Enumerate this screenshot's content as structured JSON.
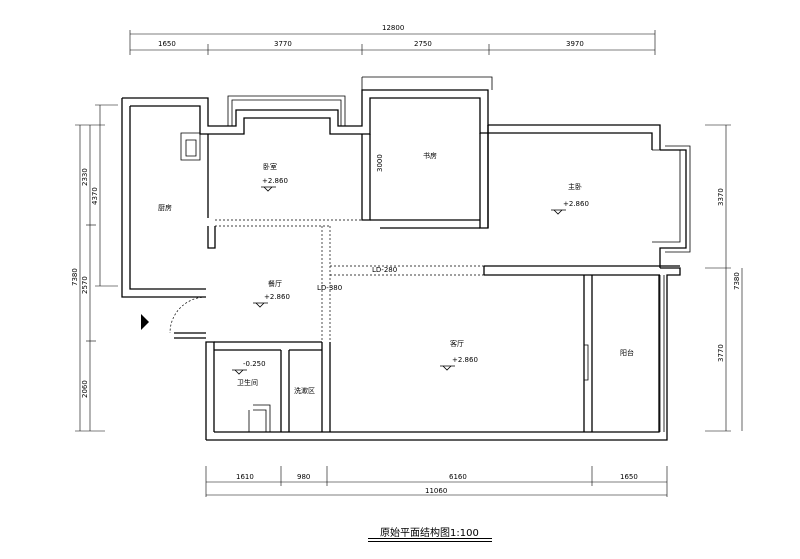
{
  "title": "原始平面结构图1:100",
  "dimensions": {
    "top_total": "12800",
    "top": [
      "1650",
      "3770",
      "2750",
      "3970"
    ],
    "bottom": [
      "1610",
      "980",
      "6160",
      "1650"
    ],
    "bottom_total": "11060",
    "left_total": "7380",
    "left_outer": "4370",
    "left_inner": [
      "2330",
      "2570",
      "2060"
    ],
    "right_outer_total": "7380",
    "right": [
      "3370",
      "3770"
    ],
    "bedroom2_width": "3000",
    "beam_horizontal": "LD-280",
    "beam_vertical": "LD-380"
  },
  "rooms": {
    "kitchen": "厨房",
    "bedroom_secondary": "卧室",
    "study": "书房",
    "master_bedroom": "主卧",
    "dining": "餐厅",
    "living": "客厅",
    "balcony": "阳台",
    "bathroom": "卫生间",
    "laundry": "洗漱区"
  },
  "levels": {
    "bedroom_secondary": "+2.860",
    "master_bedroom": "+2.860",
    "dining": "+2.860",
    "living": "+2.860",
    "bathroom": "-0.250"
  },
  "icons": {
    "entrance": "entrance-arrow-icon"
  }
}
